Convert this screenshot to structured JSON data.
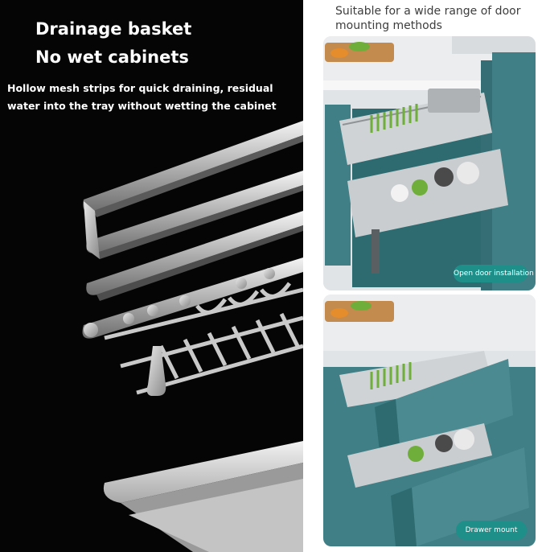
{
  "left": {
    "title_line1": "Drainage basket",
    "title_line2": "No wet cabinets",
    "description": "Hollow mesh strips for quick draining, residual water into the tray without wetting the cabinet"
  },
  "right": {
    "title": "Suitable for a wide range of door mounting methods",
    "badge_open_door": "Open door installation",
    "badge_drawer": "Drawer mount"
  },
  "colors": {
    "left_background": "#050505",
    "badge": "#1f8f8a",
    "cabinet": "#3f7f85"
  }
}
